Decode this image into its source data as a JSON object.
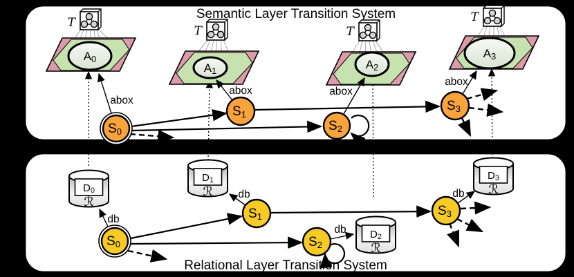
{
  "titles": {
    "semantic": "Semantic Layer Transition System",
    "relational": "Relational Layer Transition System"
  },
  "edge_labels": {
    "abox": "abox",
    "db": "db"
  },
  "glyphs": {
    "tbox": "T",
    "relation_schema": "ℛ"
  },
  "semantic_layer": {
    "states": [
      {
        "base": "S",
        "sub": "0"
      },
      {
        "base": "S",
        "sub": "1"
      },
      {
        "base": "S",
        "sub": "2"
      },
      {
        "base": "S",
        "sub": "3"
      }
    ],
    "abox_nodes": [
      {
        "base": "A",
        "sub": "0"
      },
      {
        "base": "A",
        "sub": "1"
      },
      {
        "base": "A",
        "sub": "2"
      },
      {
        "base": "A",
        "sub": "3"
      }
    ]
  },
  "relational_layer": {
    "states": [
      {
        "base": "S",
        "sub": "0"
      },
      {
        "base": "S",
        "sub": "1"
      },
      {
        "base": "S",
        "sub": "2"
      },
      {
        "base": "S",
        "sub": "3"
      }
    ],
    "db_nodes": [
      {
        "base": "D",
        "sub": "0"
      },
      {
        "base": "D",
        "sub": "1"
      },
      {
        "base": "D",
        "sub": "2"
      },
      {
        "base": "D",
        "sub": "3"
      }
    ]
  },
  "colors": {
    "semantic_state": "#F8A33C",
    "relational_state": "#F6CB28",
    "parallelogram_pink": "#DD9BA9",
    "hexagon_green": "#C6E2AE",
    "background": "#000000"
  }
}
